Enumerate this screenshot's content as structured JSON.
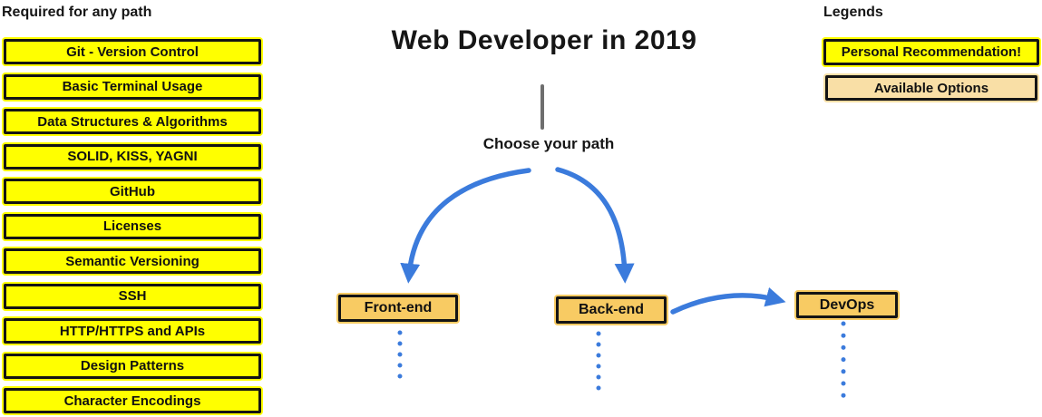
{
  "diagram": {
    "title": "Web Developer in 2019",
    "choose_path_label": "Choose your path"
  },
  "required": {
    "header": "Required for any path",
    "items": [
      "Git - Version Control",
      "Basic Terminal Usage",
      "Data Structures & Algorithms",
      "SOLID, KISS, YAGNI",
      "GitHub",
      "Licenses",
      "Semantic Versioning",
      "SSH",
      "HTTP/HTTPS and APIs",
      "Design Patterns",
      "Character Encodings"
    ]
  },
  "paths": {
    "items": [
      {
        "label": "Front-end"
      },
      {
        "label": "Back-end"
      },
      {
        "label": "DevOps"
      }
    ]
  },
  "legends": {
    "header": "Legends",
    "items": [
      {
        "label": "Personal Recommendation!",
        "type": "recommendation"
      },
      {
        "label": "Available Options",
        "type": "available"
      }
    ]
  },
  "colors": {
    "recommendation_yellow": "#FFFF00",
    "path_amber": "#F8CB63",
    "available_tan": "#F9DFA6",
    "arrow_blue": "#3B7BDC",
    "connector_gray": "#6E6E6E",
    "border_black": "#141414"
  }
}
